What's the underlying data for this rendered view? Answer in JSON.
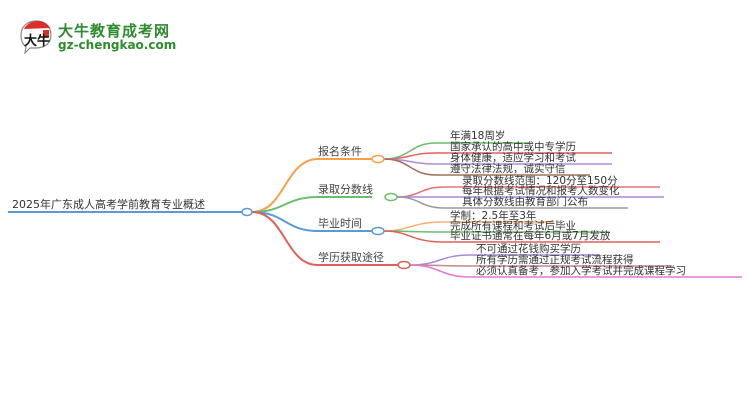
{
  "logo": {
    "title": "大牛教育成考网",
    "url": "gz-chengkao.com",
    "icon_text": "大牛"
  },
  "root": {
    "label": "2025年广东成人高考学前教育专业概述",
    "color": "#5b9bd5"
  },
  "branches": [
    {
      "label": "报名条件",
      "color": "#f5a04a",
      "children": [
        {
          "label": "年满18周岁",
          "color": "#6abf69"
        },
        {
          "label": "国家承认的高中或中专学历",
          "color": "#e0605a"
        },
        {
          "label": "身体健康，适应学习和考试",
          "color": "#b48ad6"
        },
        {
          "label": "遵守法律法规，诚实守信",
          "color": "#a0705a"
        }
      ]
    },
    {
      "label": "录取分数线",
      "color": "#6abf69",
      "children": [
        {
          "label": "录取分数线范围：120分至150分",
          "color": "#e8707a"
        },
        {
          "label": "每年根据考试情况和报考人数变化",
          "color": "#a88ad6"
        },
        {
          "label": "具体分数线由教育部门公布",
          "color": "#9a9a9a"
        }
      ]
    },
    {
      "label": "毕业时间",
      "color": "#5b9bd5",
      "children": [
        {
          "label": "学制：2.5年至3年",
          "color": "#f5b070"
        },
        {
          "label": "完成所有课程和考试后毕业",
          "color": "#6abf69"
        },
        {
          "label": "毕业证书通常在每年6月或7月发放",
          "color": "#e0605a"
        }
      ]
    },
    {
      "label": "学历获取途径",
      "color": "#e0605a",
      "children": [
        {
          "label": "不可通过花钱购买学历",
          "color": "#a88ad6"
        },
        {
          "label": "所有学历需通过正规考试流程获得",
          "color": "#c08a8a"
        },
        {
          "label": "必须认真备考，参加入学考试并完成课程学习",
          "color": "#e07ad0"
        }
      ]
    }
  ]
}
